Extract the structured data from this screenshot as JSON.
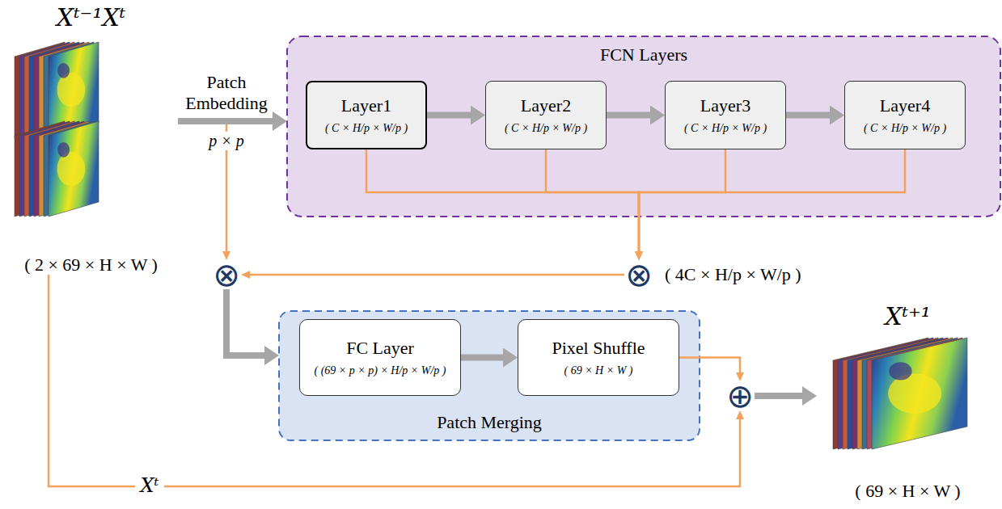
{
  "diagram": {
    "nodes": [
      {
        "text": [
          "Xᵗ⁻¹Xᵗ",
          "( 2 × 69 × H × W )"
        ]
      },
      {
        "text": [
          "FCN Layers"
        ]
      },
      {
        "text": [
          "Layer1",
          "( C × H/p × W/p )"
        ],
        "in": 1
      },
      {
        "text": [
          "Layer2",
          "( C × H/p × W/p )"
        ],
        "in": 1
      },
      {
        "text": [
          "Layer3",
          "( C × H/p × W/p )"
        ],
        "in": 1
      },
      {
        "text": [
          "Layer4",
          "( C × H/p × W/p )"
        ],
        "in": 1
      },
      {
        "text": [
          "⊗"
        ]
      },
      {
        "text": [
          "⊗"
        ]
      },
      {
        "text": [
          "Patch Merging"
        ]
      },
      {
        "text": [
          "FC Layer",
          "( (69 × p × p) × H/p × W/p )"
        ],
        "in": 8
      },
      {
        "text": [
          "Pixel Shuffle",
          "( 69 × H × W )"
        ],
        "in": 8
      },
      {
        "text": [
          "⊕"
        ]
      },
      {
        "text": [
          "Xᵗ⁺¹",
          "( 69 × H × W )"
        ]
      }
    ],
    "edges": [
      {
        "from": 0,
        "to": 1,
        "arrow": "to",
        "label": "Patch Embedding"
      },
      {
        "from": 2,
        "to": 3,
        "arrow": "to"
      },
      {
        "from": 3,
        "to": 4,
        "arrow": "to"
      },
      {
        "from": 4,
        "to": 5,
        "arrow": "to"
      },
      {
        "from": 2,
        "to": 7,
        "arrow": "to"
      },
      {
        "from": 3,
        "to": 7,
        "arrow": "to"
      },
      {
        "from": 4,
        "to": 7,
        "arrow": "to"
      },
      {
        "from": 5,
        "to": 7,
        "arrow": "to"
      },
      {
        "from": 0,
        "to": 6,
        "arrow": "to"
      },
      {
        "from": 7,
        "to": 6,
        "arrow": "to"
      },
      {
        "from": 6,
        "to": 8,
        "arrow": "to"
      },
      {
        "from": 9,
        "to": 10,
        "arrow": "to"
      },
      {
        "from": 10,
        "to": 11,
        "arrow": "to"
      },
      {
        "from": 0,
        "to": 11,
        "arrow": "to",
        "label": "Xᵗ"
      },
      {
        "from": 11,
        "to": 12,
        "arrow": "to"
      }
    ],
    "labels": [
      "p × p",
      "( 4C × H/p × W/p )"
    ]
  }
}
